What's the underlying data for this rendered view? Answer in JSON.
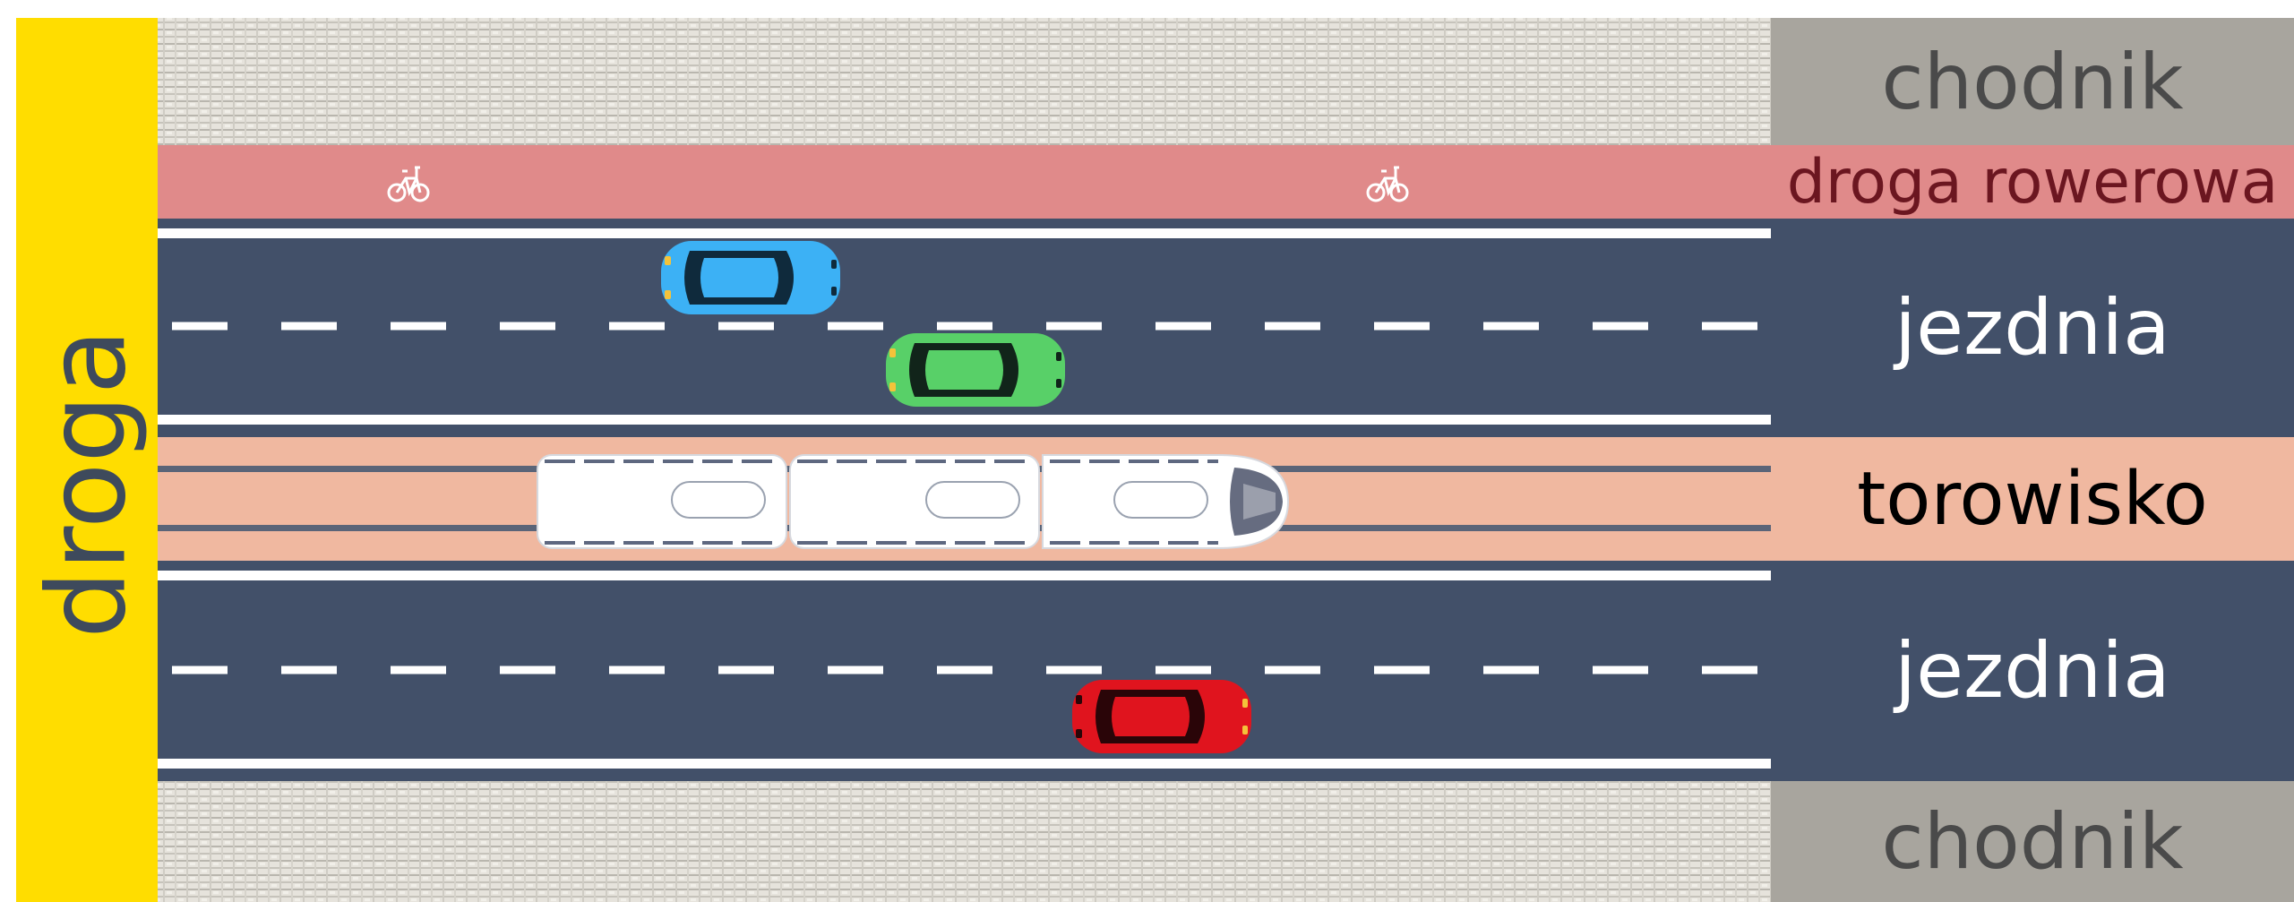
{
  "labels": {
    "road": "droga",
    "sidewalk_top": "chodnik",
    "bike_path": "droga rowerowa",
    "roadway_top": "jezdnia",
    "tramway": "torowisko",
    "roadway_bottom": "jezdnia",
    "sidewalk_bottom": "chodnik"
  },
  "colors": {
    "road_bar": "#ffdd00",
    "road_text": "#3e4a5c",
    "sidewalk_label_bg": "#a8a59e",
    "sidewalk_text": "#4a4a4a",
    "bike_path": "#e08a8a",
    "bike_text": "#6b1620",
    "asphalt": "#425069",
    "tramway": "#f0b8a0",
    "white": "#ffffff",
    "car_blue": "#3cb1f5",
    "car_green": "#58d068",
    "car_red": "#e0141e",
    "tram": "#ffffff"
  },
  "vehicles": [
    {
      "kind": "car",
      "color": "blue"
    },
    {
      "kind": "car",
      "color": "green"
    },
    {
      "kind": "tram",
      "cars": 3
    },
    {
      "kind": "car",
      "color": "red"
    }
  ],
  "icons": [
    "bicycle-icon",
    "bicycle-icon"
  ]
}
